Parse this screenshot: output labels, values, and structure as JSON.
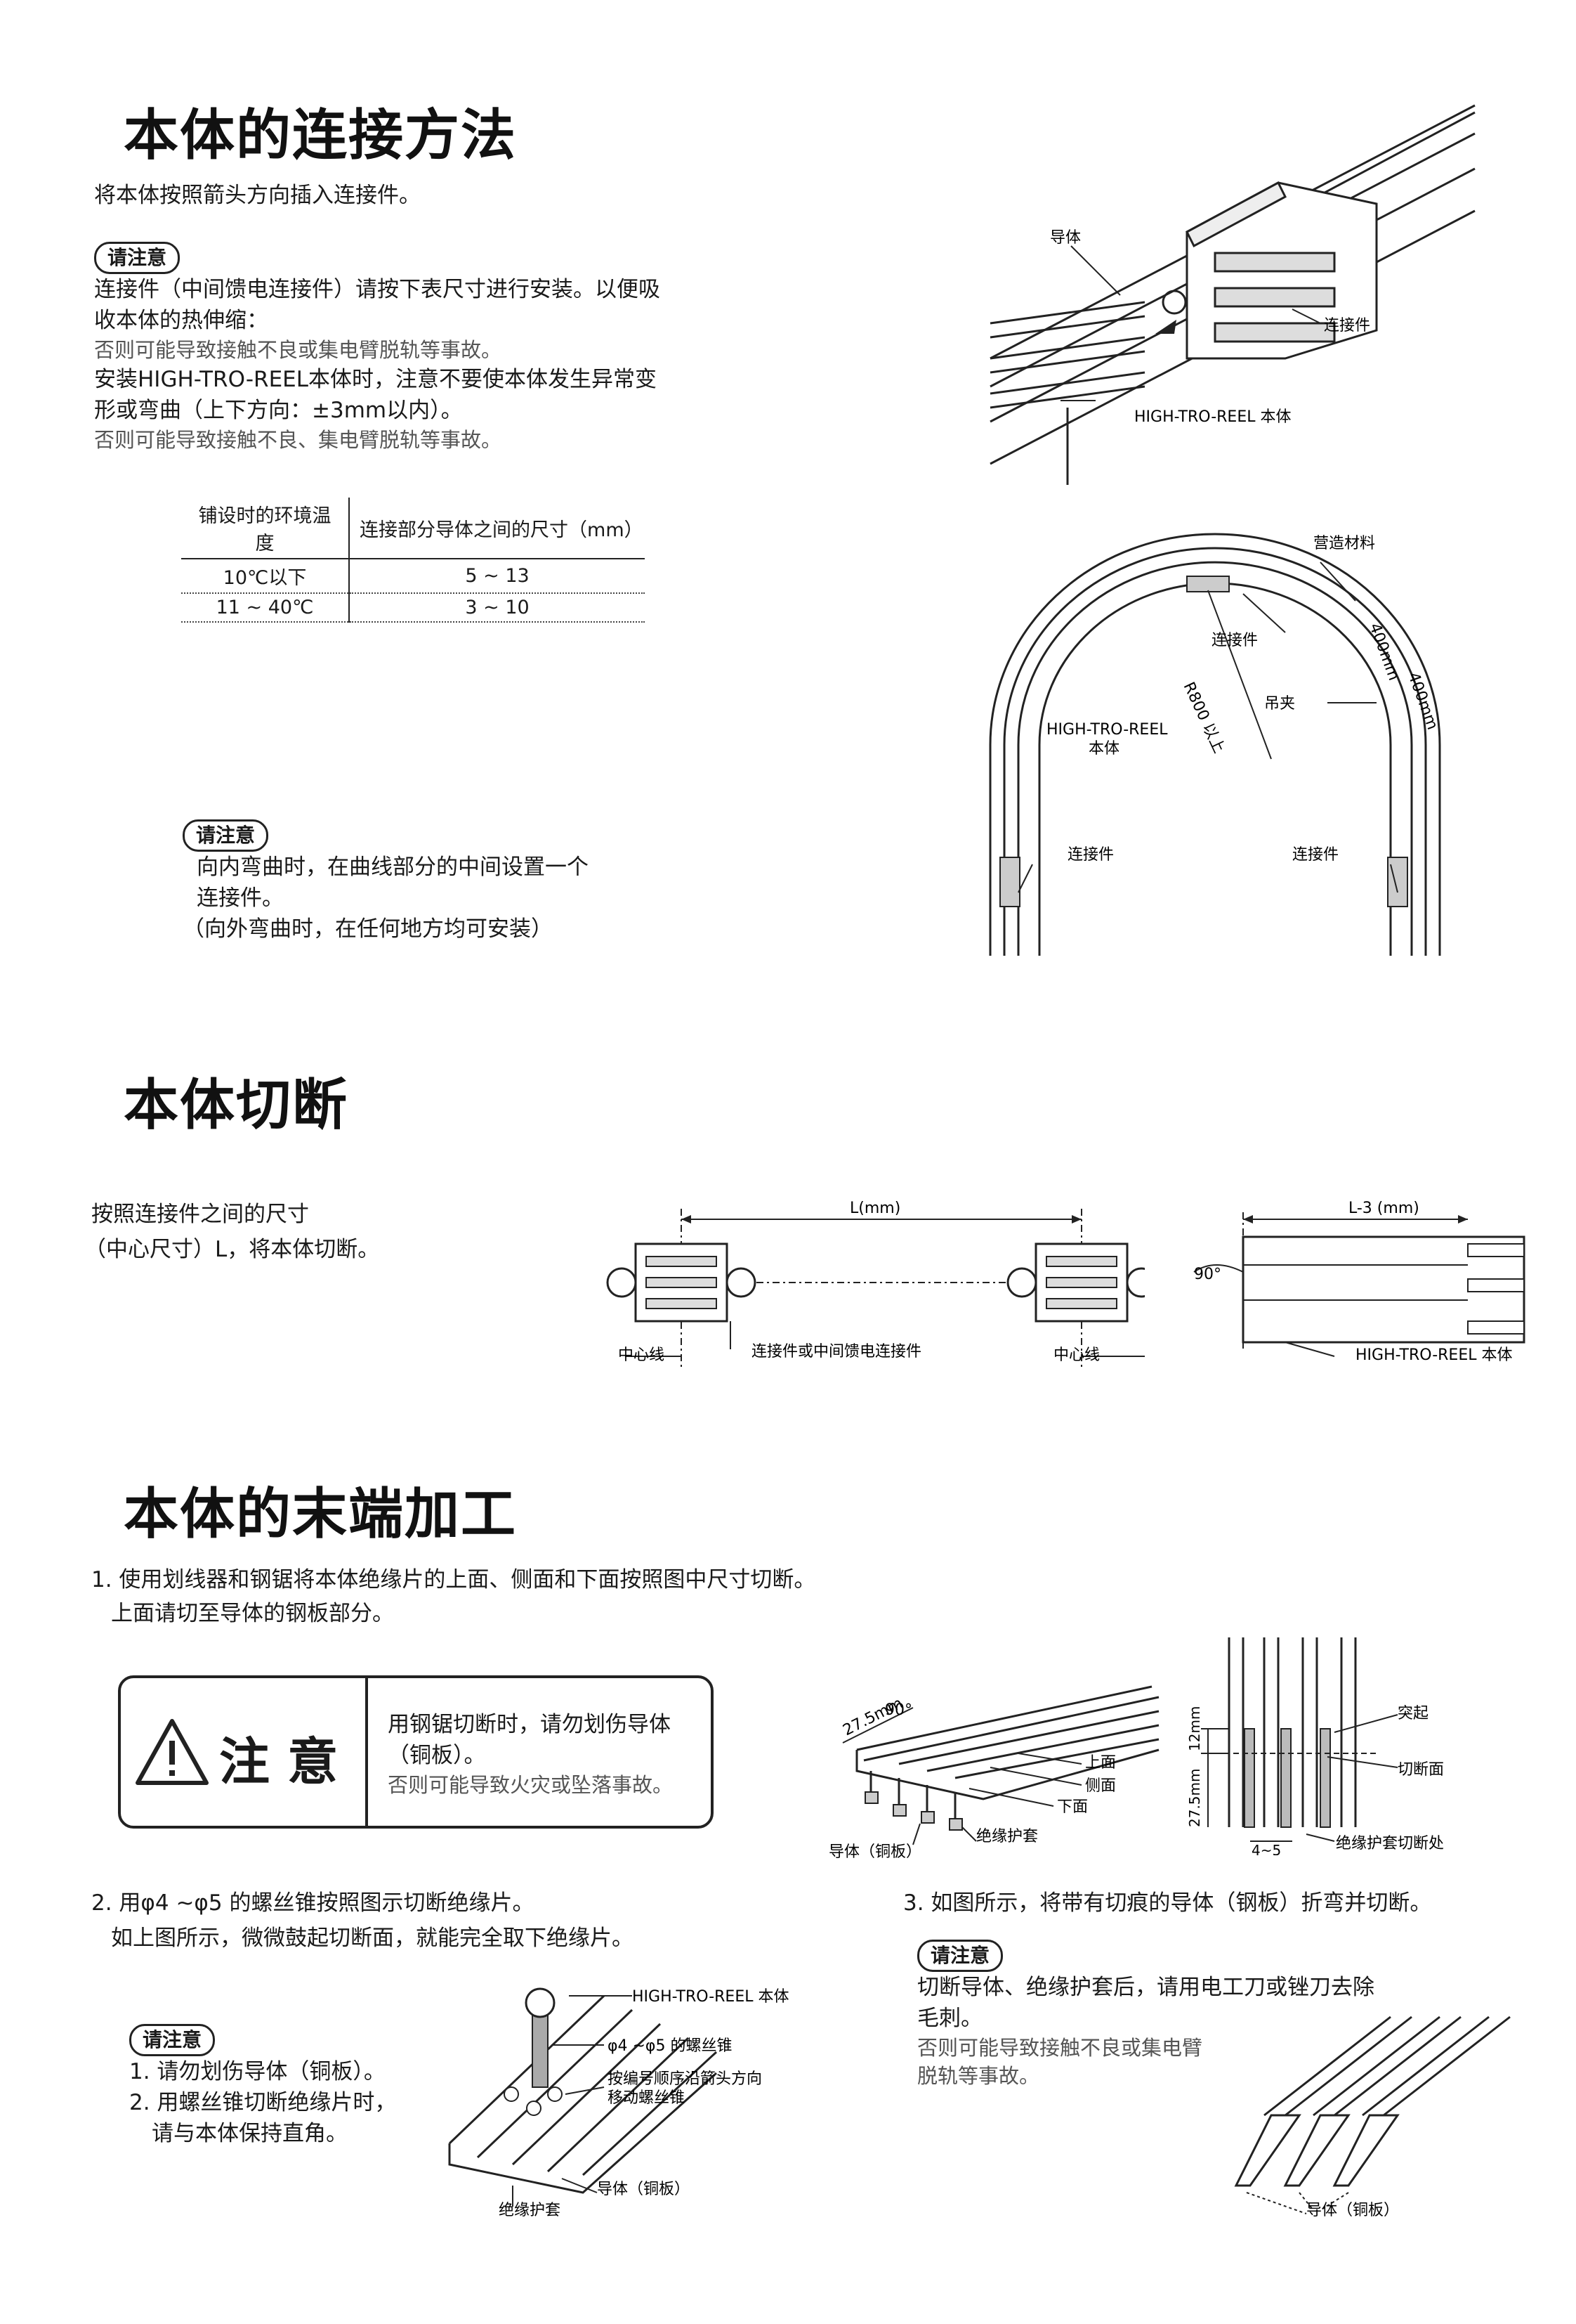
{
  "sections": {
    "connect": {
      "title": "本体的连接方法",
      "intro": "将本体按照箭头方向插入连接件。",
      "note1": {
        "tag": "请注意",
        "line1": "连接件（中间馈电连接件）请按下表尺寸进行安装。以便吸",
        "line2": "收本体的热伸缩：",
        "line3": "否则可能导致接触不良或集电臂脱轨等事故。",
        "line4": "安装HIGH-TRO-REEL本体时，注意不要使本体发生异常变",
        "line5": "形或弯曲（上下方向：±3mm以内）。",
        "line6": "否则可能导致接触不良、集电臂脱轨等事故。"
      },
      "table": {
        "headers": [
          "铺设时的环境温度",
          "连接部分导体之间的尺寸（mm）"
        ],
        "rows": [
          [
            "10℃以下",
            "5 ~ 13"
          ],
          [
            "11 ~ 40℃",
            "3 ~ 10"
          ]
        ]
      },
      "fig1": {
        "conductor": "导体",
        "connector": "连接件",
        "body": "HIGH-TRO-REEL 本体"
      },
      "fig2": {
        "frame": "营造材料",
        "connector_top": "连接件",
        "dim1": "400mm",
        "dim2": "400mm",
        "radius": "R800 以上",
        "clamp": "吊夹",
        "body1": "HIGH-TRO-REEL",
        "body2": "本体",
        "connector_left": "连接件",
        "connector_right": "连接件"
      },
      "note2": {
        "tag": "请注意",
        "line1": "向内弯曲时，在曲线部分的中间设置一个",
        "line2": "连接件。",
        "line3": "（向外弯曲时，在任何地方均可安装）"
      }
    },
    "cut": {
      "title": "本体切断",
      "text1": "按照连接件之间的尺寸",
      "text2": "（中心尺寸）L，将本体切断。",
      "figL": {
        "dim": "L(mm)",
        "center1": "中心线",
        "connector": "连接件或中间馈电连接件",
        "center2": "中心线"
      },
      "figR": {
        "dim": "L-3 (mm)",
        "angle": "90°",
        "body": "HIGH-TRO-REEL 本体"
      }
    },
    "end": {
      "title": "本体的末端加工",
      "step1a": "1. 使用划线器和钢锯将本体绝缘片的上面、侧面和下面按照图中尺寸切断。",
      "step1b": "上面请切至导体的钢板部分。",
      "warning": {
        "title": "注 意",
        "line1": "用钢锯切断时，请勿划伤导体",
        "line2": "（铜板）。",
        "line3": "否则可能导致火灾或坠落事故。"
      },
      "figA": {
        "dim": "27.5mm",
        "angle": "90°",
        "top": "上面",
        "side": "侧面",
        "bottom": "下面",
        "conductor": "导体（铜板）",
        "sheath": "绝缘护套"
      },
      "figB": {
        "bump": "突起",
        "cutface": "切断面",
        "dimv1": "27.5mm",
        "dimv2": "12mm",
        "dimh": "4~5",
        "cutpoint": "绝缘护套切断处"
      },
      "step2a": "2. 用φ4 ~φ5 的螺丝锥按照图示切断绝缘片。",
      "step2b": "如上图所示，微微鼓起切断面，就能完全取下绝缘片。",
      "note3": {
        "tag": "请注意",
        "line1": "1. 请勿划伤导体（铜板）。",
        "line2": "2. 用螺丝锥切断绝缘片时，",
        "line3": "请与本体保持直角。"
      },
      "figC": {
        "body": "HIGH-TRO-REEL 本体",
        "drill": "φ4 ~φ5 的螺丝锥",
        "order1": "按编号顺序沿箭头方向",
        "order2": "移动螺丝锥",
        "conductor": "导体（铜板）",
        "sheath": "绝缘护套"
      },
      "step3": "3. 如图所示，将带有切痕的导体（钢板）折弯并切断。",
      "note4": {
        "tag": "请注意",
        "line1": "切断导体、绝缘护套后，请用电工刀或锉刀去除",
        "line2": "毛刺。",
        "line3": "否则可能导致接触不良或集电臂",
        "line4": "脱轨等事故。"
      },
      "figD": {
        "conductor": "导体（铜板）"
      }
    }
  }
}
